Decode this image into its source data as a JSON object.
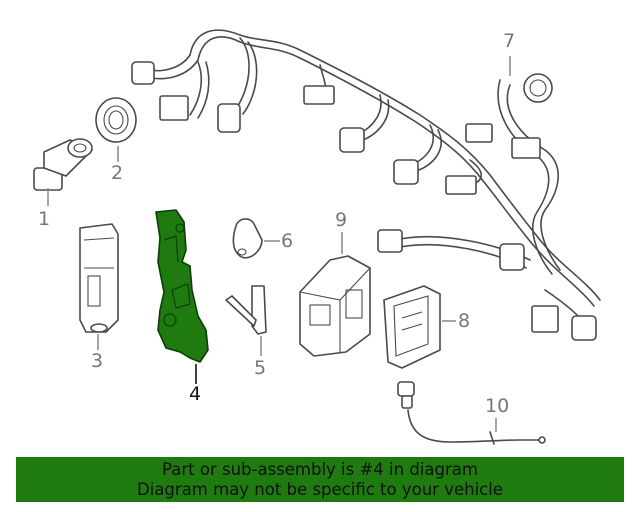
{
  "callouts": [
    {
      "id": "1",
      "label": "1"
    },
    {
      "id": "2",
      "label": "2"
    },
    {
      "id": "3",
      "label": "3"
    },
    {
      "id": "4",
      "label": "4"
    },
    {
      "id": "5",
      "label": "5"
    },
    {
      "id": "6",
      "label": "6"
    },
    {
      "id": "7",
      "label": "7"
    },
    {
      "id": "8",
      "label": "8"
    },
    {
      "id": "9",
      "label": "9"
    },
    {
      "id": "10",
      "label": "10"
    }
  ],
  "highlighted_part": "4",
  "colors": {
    "highlight": "#1f7a10",
    "banner_bg": "#1f7a10",
    "line": "#4a4a4a",
    "callout": "#777777"
  },
  "banner": {
    "line1": "Part or sub-assembly is #4 in diagram",
    "line2": "Diagram may not be specific to your vehicle"
  }
}
